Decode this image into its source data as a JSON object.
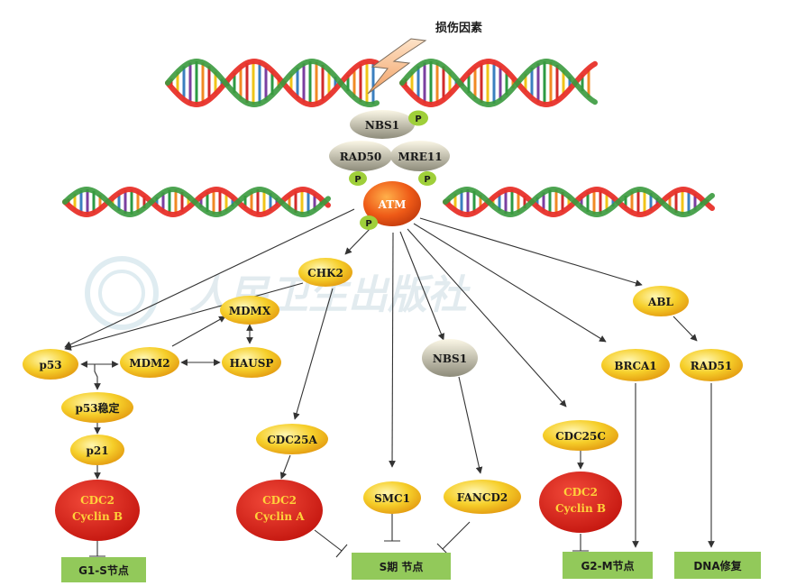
{
  "damage_label": "损伤因素",
  "watermark": "人民卫生出版社",
  "colors": {
    "yellow_node": "#f4c21f",
    "red_node": "#e0231f",
    "red_node_text": "#ffd23a",
    "atm_node": "#ee5a17",
    "gray_node": "#b5b3a2",
    "p_badge": "#9fcf3a",
    "endpoint_box": "#92c95a",
    "dna_strand_a": "#e8312a",
    "dna_strand_b": "#3a9a3e"
  },
  "nodes": {
    "nbs1_top": "NBS1",
    "rad50": "RAD50",
    "mre11": "MRE11",
    "atm": "ATM",
    "chk2": "CHK2",
    "mdmx": "MDMX",
    "p53": "p53",
    "mdm2": "MDM2",
    "hausp": "HAUSP",
    "p53_stable": "p53稳定",
    "p21": "p21",
    "cdc2_g1": [
      "CDC2",
      "Cyclin B"
    ],
    "cdc25a": "CDC25A",
    "cdc2_s": [
      "CDC2",
      "Cyclin A"
    ],
    "smc1": "SMC1",
    "nbs1_mid": "NBS1",
    "fancd2": "FANCD2",
    "cdc25c": "CDC25C",
    "cdc2_g2": [
      "CDC2",
      "Cyclin B"
    ],
    "brca1": "BRCA1",
    "abl": "ABL",
    "rad51": "RAD51"
  },
  "phospho_label": "P",
  "endpoints": {
    "g1s": "G1-S节点",
    "s": "S期 节点",
    "g2m": "G2-M节点",
    "dna_repair": "DNA修复"
  }
}
